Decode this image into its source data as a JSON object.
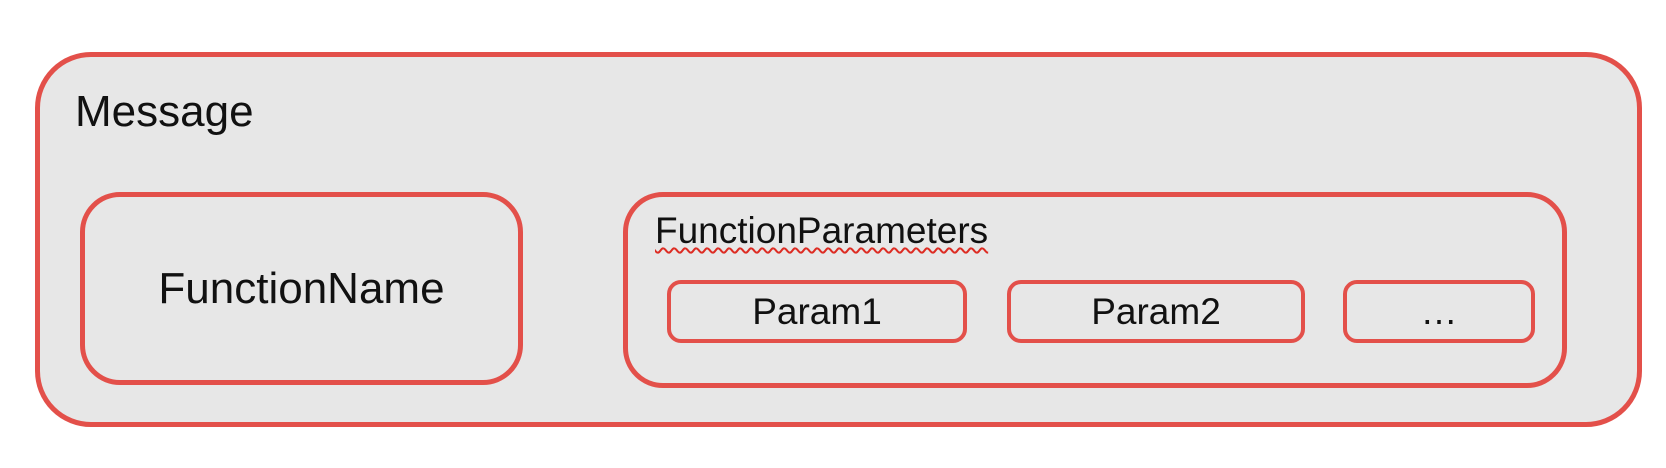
{
  "colors": {
    "page_background": "#ffffff",
    "box_fill": "#e7e7e7",
    "border_red": "#e3504a",
    "squiggle_red": "#dd2c23",
    "text": "#111111"
  },
  "message": {
    "label": "Message"
  },
  "function_name": {
    "label": "FunctionName"
  },
  "function_parameters": {
    "label": "FunctionParameters",
    "params": [
      {
        "label": "Param1"
      },
      {
        "label": "Param2"
      },
      {
        "label": "…"
      }
    ]
  }
}
